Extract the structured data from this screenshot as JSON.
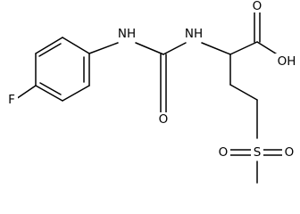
{
  "molecule": {
    "atoms": {
      "fluorine": "F",
      "nh_aryl": "NH",
      "nh_alpha": "NH",
      "carbonyl_o_urea": "O",
      "carbonyl_o_acid": "O",
      "hydroxyl": "OH",
      "sulfur": "S",
      "sulfonyl_o_left": "O",
      "sulfonyl_o_right": "O"
    }
  }
}
